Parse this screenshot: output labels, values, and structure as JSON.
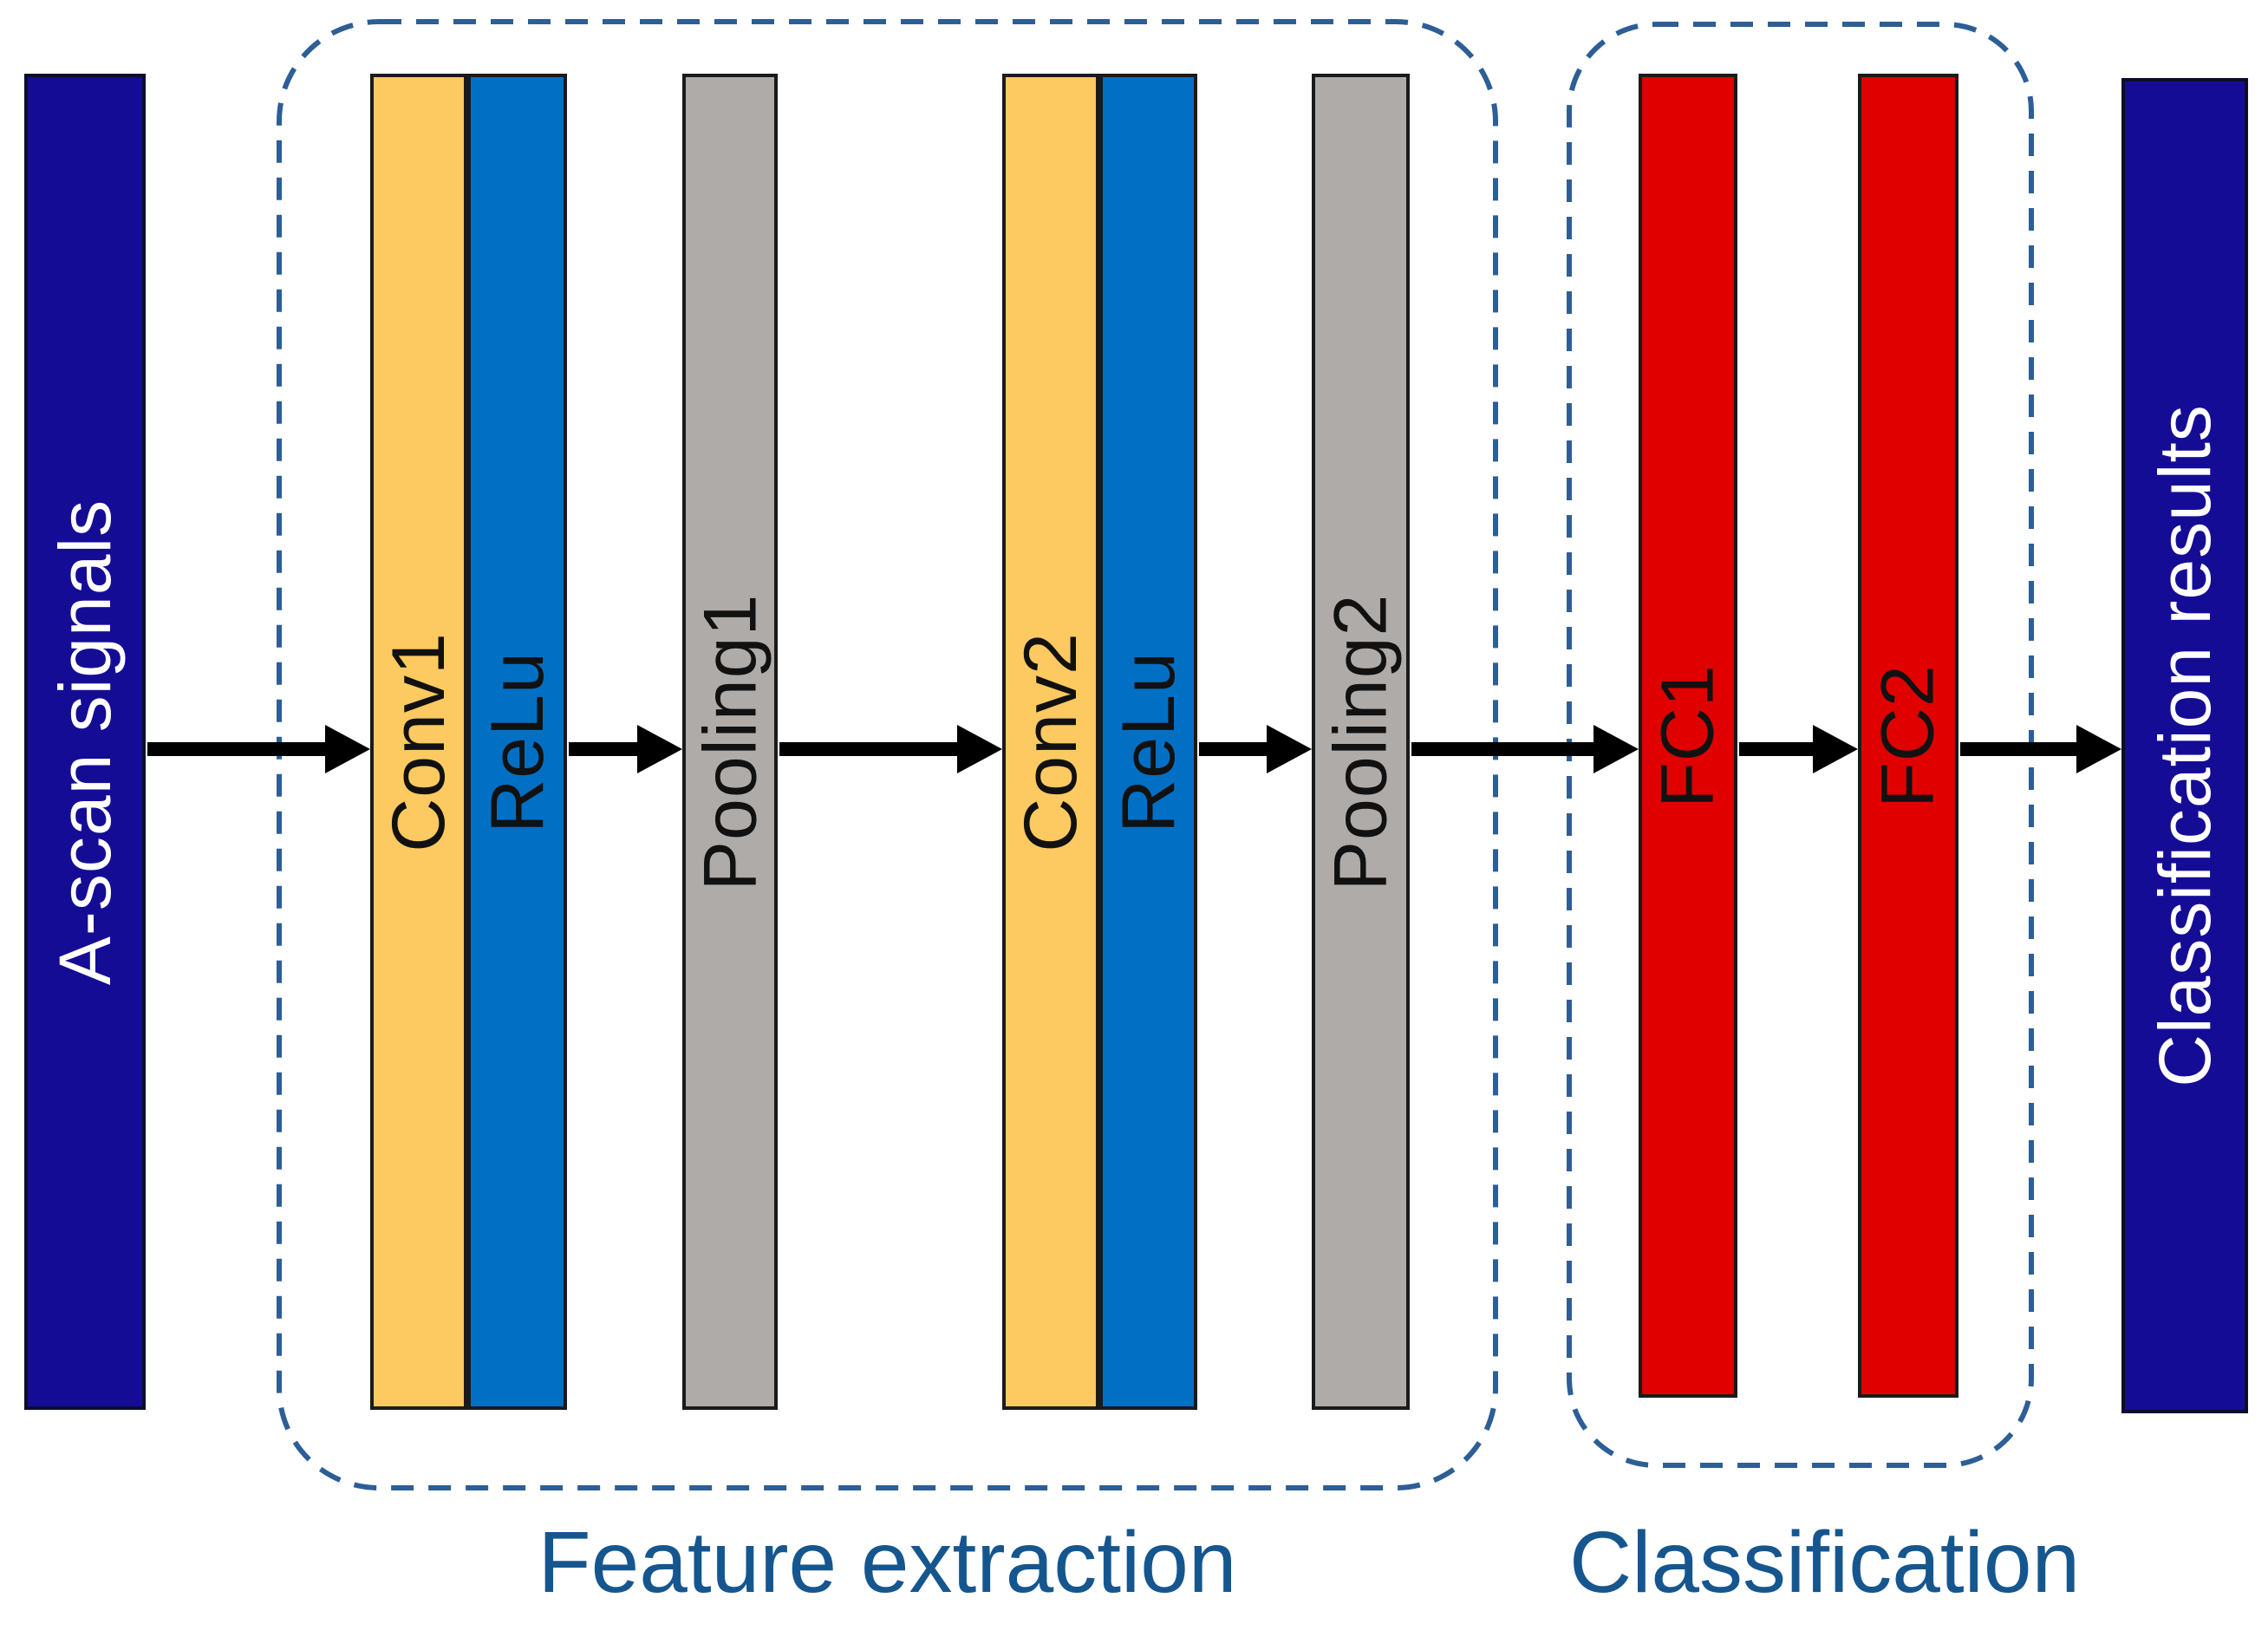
{
  "diagram": {
    "type": "cnn-architecture-flow",
    "input_bar": {
      "label": "A-scan signals"
    },
    "output_bar": {
      "label": "Classification results"
    },
    "groups": [
      {
        "id": "feature_extraction",
        "caption": "Feature extraction",
        "layers": [
          {
            "name": "Conv1",
            "kind": "convolution"
          },
          {
            "name": "ReLu",
            "kind": "activation"
          },
          {
            "name": "Pooling1",
            "kind": "pooling"
          },
          {
            "name": "Conv2",
            "kind": "convolution"
          },
          {
            "name": "ReLu",
            "kind": "activation"
          },
          {
            "name": "Pooling2",
            "kind": "pooling"
          }
        ]
      },
      {
        "id": "classification",
        "caption": "Classification",
        "layers": [
          {
            "name": "FC1",
            "kind": "fully-connected"
          },
          {
            "name": "FC2",
            "kind": "fully-connected"
          }
        ]
      }
    ],
    "flow": [
      "A-scan signals",
      "Conv1",
      "ReLu",
      "Pooling1",
      "Conv2",
      "ReLu",
      "Pooling2",
      "FC1",
      "FC2",
      "Classification results"
    ],
    "arrow_count": 7,
    "colors": {
      "input_output_bar": "#150c96",
      "conv_bar": "#fdc961",
      "relu_bar": "#0170c4",
      "pooling_bar": "#afaba8",
      "fc_bar": "#e00000",
      "bar_border": "#1a1a1a",
      "dashed_box_border": "#2d5e96",
      "caption_text": "#16568f",
      "arrow": "#000000",
      "io_label_text": "#ffffff",
      "layer_label_text": "#111111",
      "background": "#ffffff"
    }
  }
}
